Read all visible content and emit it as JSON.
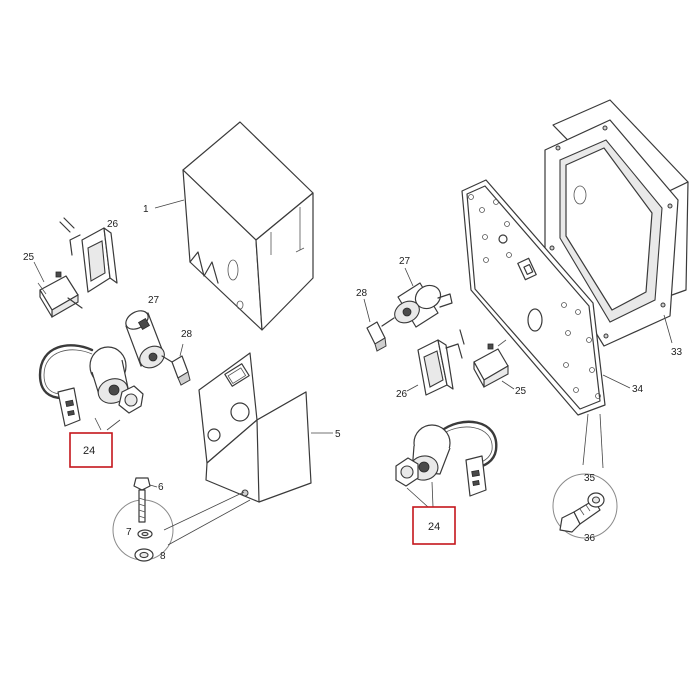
{
  "diagram": {
    "left_callouts": {
      "p1": "1",
      "p5": "5",
      "p6": "6",
      "p7": "7",
      "p8": "8",
      "p24": "24",
      "p25": "25",
      "p26": "26",
      "p27": "27",
      "p28": "28"
    },
    "right_callouts": {
      "p24": "24",
      "p25": "25",
      "p26": "26",
      "p27": "27",
      "p28": "28",
      "p33": "33",
      "p34": "34",
      "p35": "35",
      "p36": "36"
    },
    "highlight_color": "#c4161c"
  }
}
